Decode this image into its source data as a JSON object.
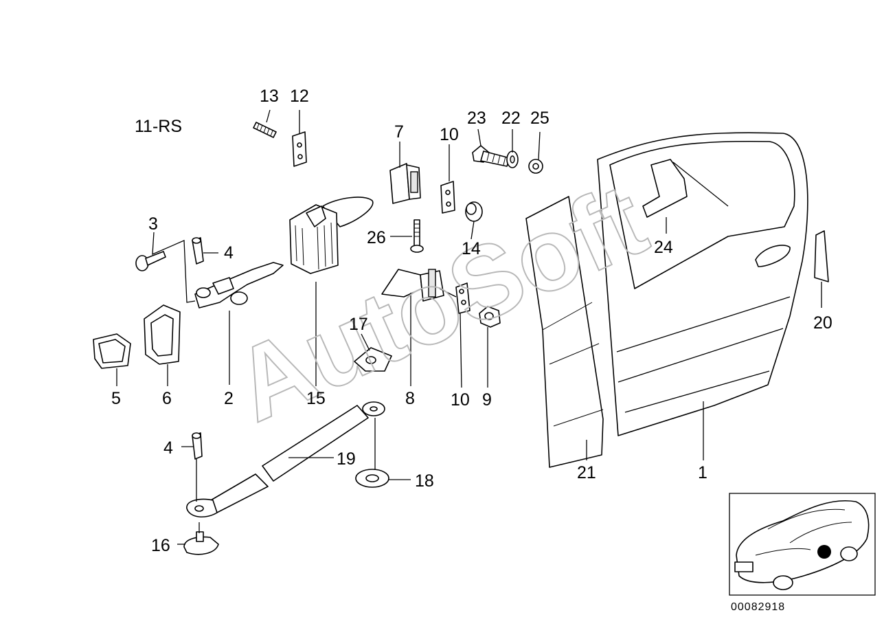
{
  "diagram": {
    "group_label": "11-RS",
    "watermark": "AutoSoft",
    "image_code": "00082918",
    "part_numbers": [
      "1",
      "2",
      "3",
      "4",
      "4",
      "5",
      "6",
      "7",
      "8",
      "9",
      "10",
      "10",
      "12",
      "13",
      "14",
      "15",
      "16",
      "17",
      "18",
      "19",
      "20",
      "21",
      "22",
      "23",
      "24",
      "25",
      "26"
    ]
  },
  "colors": {
    "line": "#000000",
    "watermark": "#b8b8b8",
    "locator_dot": "#000000"
  },
  "icons": [
    "car-locator-icon"
  ]
}
